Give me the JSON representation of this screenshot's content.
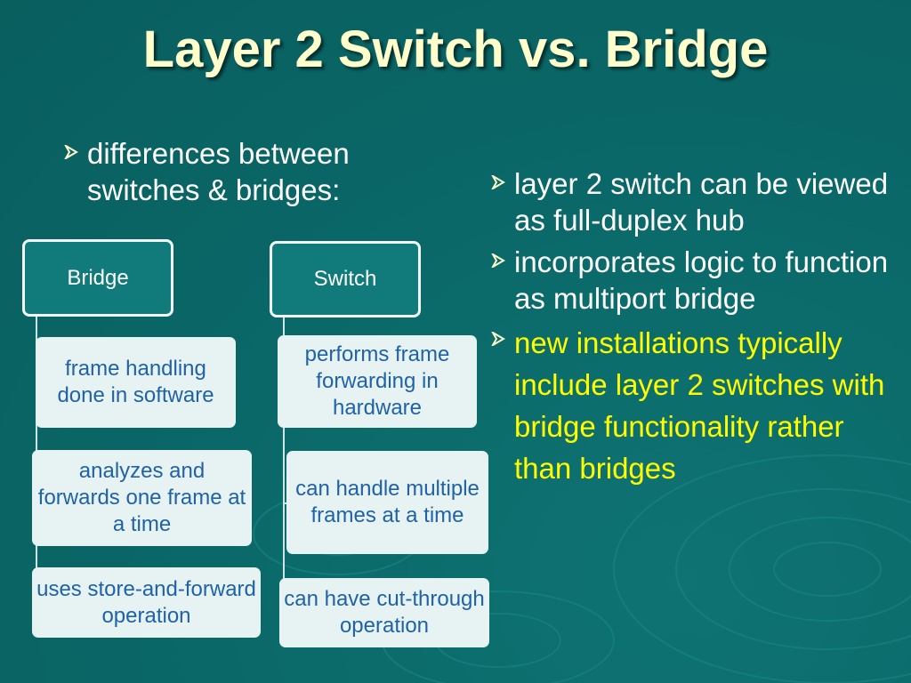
{
  "slide": {
    "title": "Layer 2 Switch vs. Bridge",
    "left_bullet": "differences between switches & bridges:",
    "right_bullets": [
      {
        "text": "layer 2 switch can be viewed as full-duplex hub",
        "highlight": false
      },
      {
        "text": "incorporates logic to function as multiport bridge",
        "highlight": false
      },
      {
        "text": "new installations typically include layer 2 switches with bridge functionality rather than bridges",
        "highlight": true
      }
    ]
  },
  "diagram": {
    "bridge": {
      "label": "Bridge",
      "items": [
        "frame handling done in software",
        "analyzes and forwards one frame at a time",
        "uses store-and-forward operation"
      ]
    },
    "switch": {
      "label": "Switch",
      "items": [
        "performs frame forwarding in hardware",
        "can handle multiple frames at a time",
        "can have cut-through operation"
      ]
    }
  },
  "colors": {
    "background": "#0b6a6a",
    "title": "#ffffcc",
    "highlight_text": "#ffff00",
    "box_text": "#1f62a8",
    "box_fill": "#e7f3f3",
    "header_fill": "#117a7a"
  }
}
